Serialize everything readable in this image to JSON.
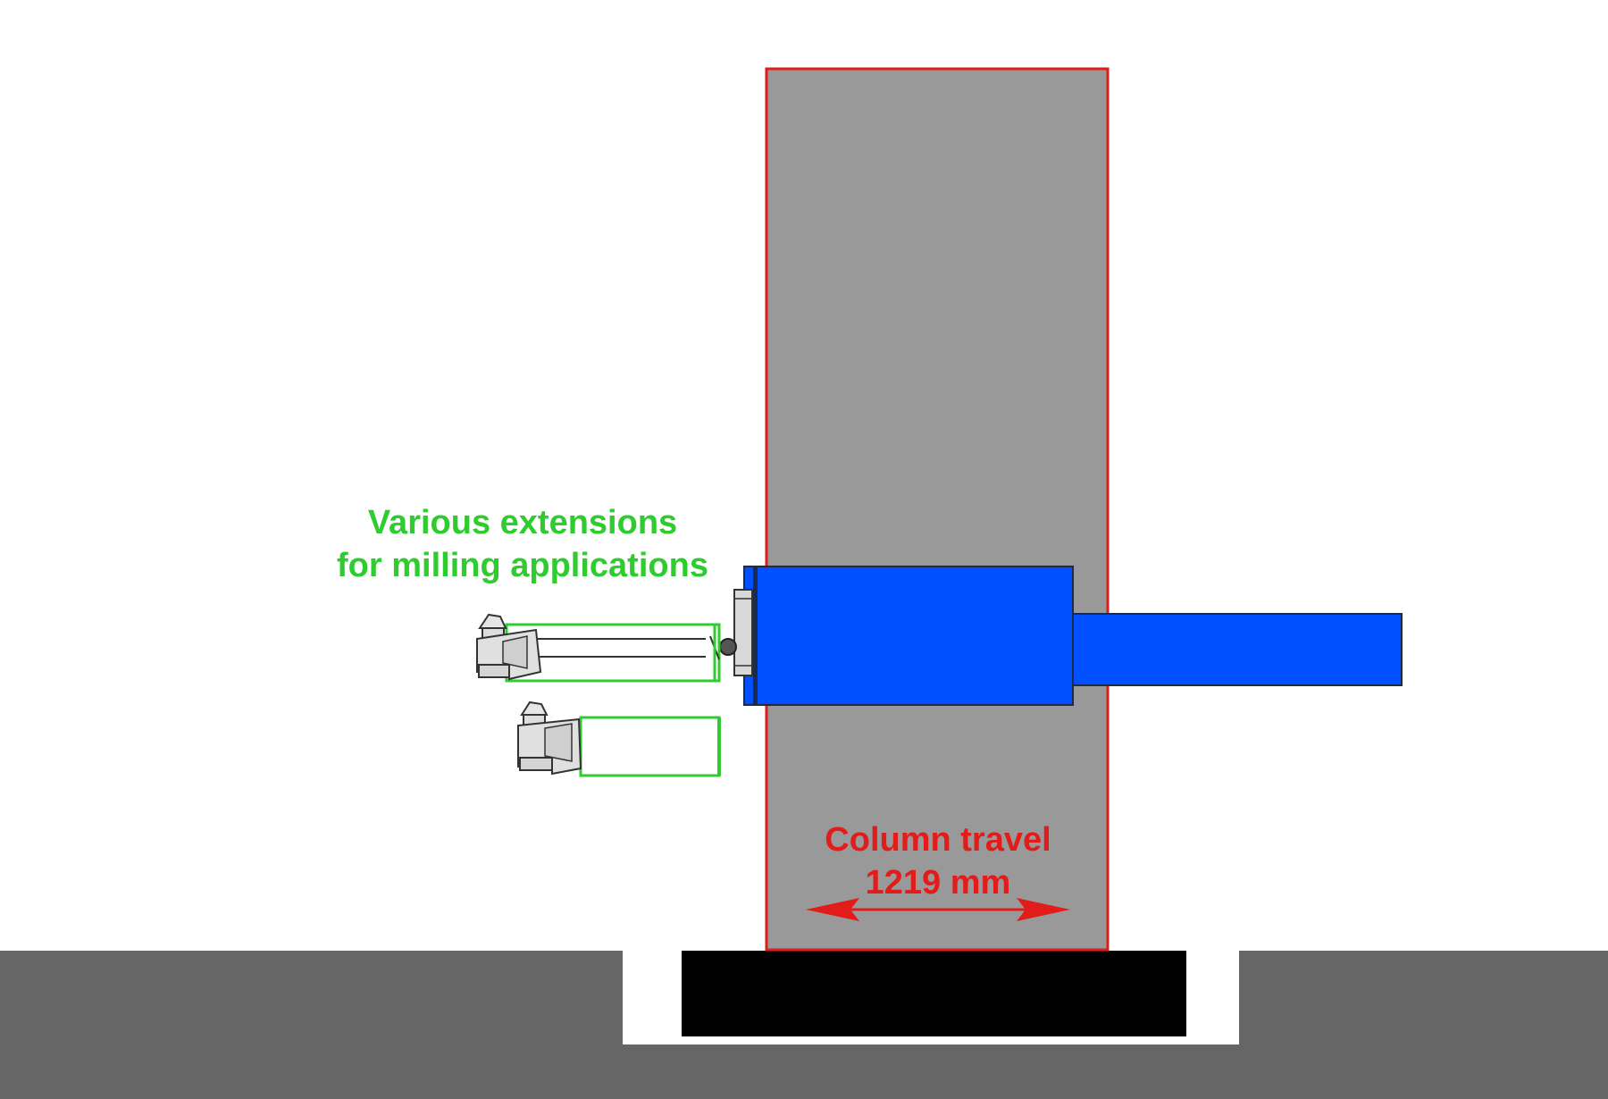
{
  "annotations": {
    "extensions_line1": "Various extensions",
    "extensions_line2": "for milling applications",
    "travel_line1": "Column travel",
    "travel_line2": "1219 mm"
  },
  "column_travel": {
    "value": 1219,
    "unit": "mm"
  },
  "colors": {
    "background": "#ffffff",
    "floor": "#666666",
    "column_fill": "#999999",
    "column_border": "#e21b1b",
    "ram": "#0050ff",
    "ram_border": "#1d2b4a",
    "extension_outline": "#2ecc2e",
    "annotation_green": "#2ecc2e",
    "annotation_red": "#e21b1b",
    "base": "#000000"
  }
}
